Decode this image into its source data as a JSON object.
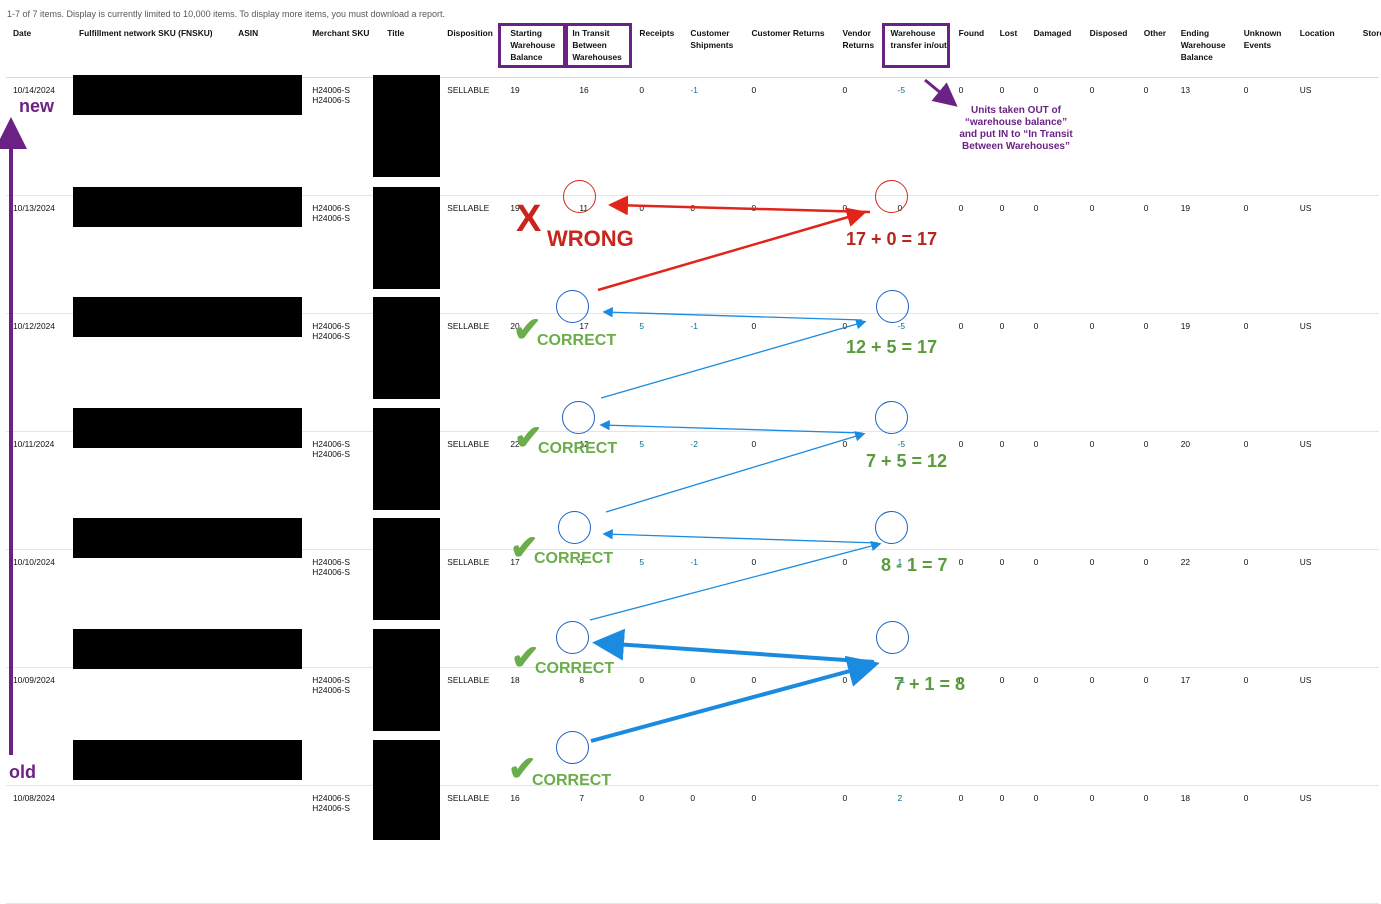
{
  "report": {
    "info": "1-7 of 7 items. Display is currently limited to 10,000 items. To display more items, you must download a report.",
    "columns": [
      "Date",
      "Fulfillment network SKU (FNSKU)",
      "ASIN",
      "Merchant SKU",
      "Title",
      "Disposition",
      "Starting Warehouse Balance",
      "In Transit Between Warehouses",
      "Receipts",
      "Customer Shipments",
      "Customer Returns",
      "Vendor Returns",
      "Warehouse transfer in/out",
      "Found",
      "Lost",
      "Damaged",
      "Disposed",
      "Other",
      "Ending Warehouse Balance",
      "Unknown Events",
      "Location",
      "Store"
    ],
    "rows": [
      {
        "date": "10/14/2024",
        "sku1": "H24006-S",
        "sku2": "H24006-S",
        "disposition": "SELLABLE",
        "start": "19",
        "transit": "16",
        "receipts": "0",
        "shipments": "-1",
        "returns": "0",
        "vendor": "0",
        "transfer": "-5",
        "found": "0",
        "lost": "0",
        "damaged": "0",
        "disposed": "0",
        "other": "0",
        "ending": "13",
        "unknown": "0",
        "location": "US",
        "store": ""
      },
      {
        "date": "10/13/2024",
        "sku1": "H24006-S",
        "sku2": "H24006-S",
        "disposition": "SELLABLE",
        "start": "19",
        "transit": "11",
        "receipts": "0",
        "shipments": "0",
        "returns": "0",
        "vendor": "0",
        "transfer": "0",
        "found": "0",
        "lost": "0",
        "damaged": "0",
        "disposed": "0",
        "other": "0",
        "ending": "19",
        "unknown": "0",
        "location": "US",
        "store": ""
      },
      {
        "date": "10/12/2024",
        "sku1": "H24006-S",
        "sku2": "H24006-S",
        "disposition": "SELLABLE",
        "start": "20",
        "transit": "17",
        "receipts": "5",
        "shipments": "-1",
        "returns": "0",
        "vendor": "0",
        "transfer": "-5",
        "found": "0",
        "lost": "0",
        "damaged": "0",
        "disposed": "0",
        "other": "0",
        "ending": "19",
        "unknown": "0",
        "location": "US",
        "store": ""
      },
      {
        "date": "10/11/2024",
        "sku1": "H24006-S",
        "sku2": "H24006-S",
        "disposition": "SELLABLE",
        "start": "22",
        "transit": "12",
        "receipts": "5",
        "shipments": "-2",
        "returns": "0",
        "vendor": "0",
        "transfer": "-5",
        "found": "0",
        "lost": "0",
        "damaged": "0",
        "disposed": "0",
        "other": "0",
        "ending": "20",
        "unknown": "0",
        "location": "US",
        "store": ""
      },
      {
        "date": "10/10/2024",
        "sku1": "H24006-S",
        "sku2": "H24006-S",
        "disposition": "SELLABLE",
        "start": "17",
        "transit": "7",
        "receipts": "5",
        "shipments": "-1",
        "returns": "0",
        "vendor": "0",
        "transfer": "1",
        "found": "0",
        "lost": "0",
        "damaged": "0",
        "disposed": "0",
        "other": "0",
        "ending": "22",
        "unknown": "0",
        "location": "US",
        "store": ""
      },
      {
        "date": "10/09/2024",
        "sku1": "H24006-S",
        "sku2": "H24006-S",
        "disposition": "SELLABLE",
        "start": "18",
        "transit": "8",
        "receipts": "0",
        "shipments": "0",
        "returns": "0",
        "vendor": "0",
        "transfer": "-1",
        "found": "0",
        "lost": "0",
        "damaged": "0",
        "disposed": "0",
        "other": "0",
        "ending": "17",
        "unknown": "0",
        "location": "US",
        "store": ""
      },
      {
        "date": "10/08/2024",
        "sku1": "H24006-S",
        "sku2": "H24006-S",
        "disposition": "SELLABLE",
        "start": "16",
        "transit": "7",
        "receipts": "0",
        "shipments": "0",
        "returns": "0",
        "vendor": "0",
        "transfer": "2",
        "found": "0",
        "lost": "0",
        "damaged": "0",
        "disposed": "0",
        "other": "0",
        "ending": "18",
        "unknown": "0",
        "location": "US",
        "store": ""
      }
    ]
  },
  "annotations": {
    "new_label": "new",
    "old_label": "old",
    "note": "Units taken OUT of “warehouse balance” and put IN to “In Transit Between Warehouses”",
    "wrong_x": "X",
    "wrong_label": "WRONG",
    "correct_label": "CORRECT",
    "check_mark": "✔",
    "equations": [
      "17 + 0 = 17",
      "12 + 5 = 17",
      "7 + 5 = 12",
      "8 - 1 = 7",
      "7 + 1 = 8"
    ],
    "colors": {
      "highlight": "#6b2285",
      "wrong": "#d6281f",
      "correct": "#6aad4a",
      "arrow": "#1b8be0"
    }
  }
}
